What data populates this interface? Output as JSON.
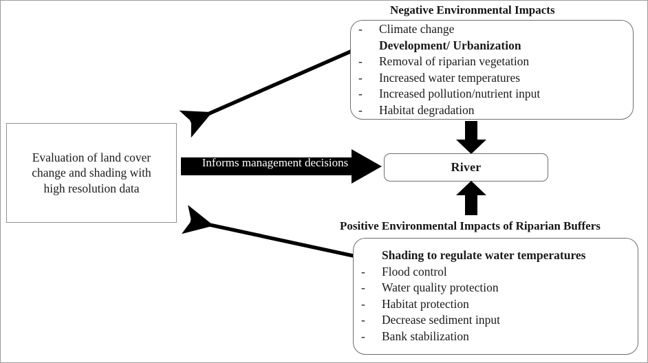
{
  "diagram": {
    "title": "Conceptual diagram of river impacts and riparian buffers",
    "colors": {
      "arrow_fill": "#000000",
      "box_border": "#6e6e6e",
      "left_box_border": "#8f8f8f",
      "text": "#1a1a1a",
      "arrow_label_text": "#ffffff",
      "page_border": "#9a9a9a"
    }
  },
  "eval_box": {
    "text": "Evaluation of land cover\nchange and shading with\nhigh resolution data"
  },
  "river_box": {
    "label": "River"
  },
  "informs_arrow": {
    "label": "Informs management decisions"
  },
  "negative": {
    "heading": "Negative Environmental Impacts",
    "items": [
      {
        "text": "Climate change",
        "bold": false,
        "dash": "-"
      },
      {
        "text": "Development/ Urbanization",
        "bold": true,
        "dash": "-"
      },
      {
        "text": "Removal of riparian vegetation",
        "bold": false,
        "dash": "-"
      },
      {
        "text": "Increased water temperatures",
        "bold": false,
        "dash": "-"
      },
      {
        "text": "Increased pollution/nutrient input",
        "bold": false,
        "dash": "-"
      },
      {
        "text": "Habitat degradation",
        "bold": false,
        "dash": "-"
      }
    ]
  },
  "positive": {
    "heading": "Positive Environmental Impacts of Riparian Buffers",
    "items": [
      {
        "text": "Shading to regulate water temperatures",
        "bold": true,
        "dash": "-"
      },
      {
        "text": "Flood control",
        "bold": false,
        "dash": "-"
      },
      {
        "text": "Water quality protection",
        "bold": false,
        "dash": "-"
      },
      {
        "text": "Habitat protection",
        "bold": false,
        "dash": "-"
      },
      {
        "text": "Decrease sediment input",
        "bold": false,
        "dash": "-"
      },
      {
        "text": "Bank stabilization",
        "bold": false,
        "dash": "-"
      }
    ]
  },
  "connectors": {
    "negative_to_eval": "arrow from Development/ Urbanization to evaluation box",
    "positive_to_eval": "arrow from Shading to regulate water temperatures to evaluation box",
    "negative_to_river": "arrow from negative impacts down to river",
    "positive_to_river": "arrow from positive impacts up to river"
  }
}
